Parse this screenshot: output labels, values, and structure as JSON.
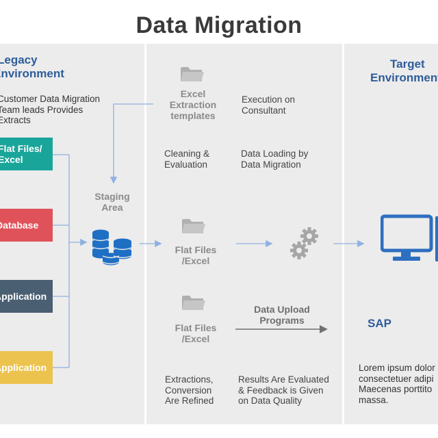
{
  "title": "Data Migration",
  "legacy": {
    "title_line1": "Legacy",
    "title_line2": "Environment",
    "description_lines": [
      "Customer Data Migration",
      "Team leads Provides",
      "Extracts"
    ],
    "sources": [
      {
        "line1": "Flat Files/",
        "line2": "Excel",
        "color": "#1aa59a"
      },
      {
        "line1": "Database",
        "line2": "",
        "color": "#e0525a"
      },
      {
        "line1": "Application",
        "line2": "",
        "color": "#4a5f72"
      },
      {
        "line1": "Application",
        "line2": "",
        "color": "#ecc34e"
      }
    ],
    "staging_line1": "Staging",
    "staging_line2": "Area"
  },
  "middle": {
    "excel_templates": [
      "Excel",
      "Extraction",
      "templates"
    ],
    "execution": [
      "Execution on",
      "Consultant"
    ],
    "cleaning": [
      "Cleaning &",
      "Evaluation"
    ],
    "loading": [
      "Data Loading by",
      "Data Migration"
    ],
    "flat_files_1": [
      "Flat Files",
      "/Excel"
    ],
    "flat_files_2": [
      "Flat Files",
      "/Excel"
    ],
    "upload_programs": [
      "Data Upload",
      "Programs"
    ],
    "extractions": [
      "Extractions,",
      "Conversion",
      "Are Refined"
    ],
    "results": [
      "Results Are Evaluated",
      "& Feedback is Given",
      "on Data Quality"
    ]
  },
  "target": {
    "title_line1": "Target",
    "title_line2": "Environment",
    "sap": "SAP",
    "lorem": [
      "Lorem ipsum dolor",
      "consectetuer adipi",
      "Maecenas porttito",
      "massa."
    ]
  },
  "colors": {
    "accent_blue": "#2e6fc0",
    "title_blue": "#2e5c9a",
    "arrow_blue": "#8fb0e0",
    "icon_gray": "#a6a6a6",
    "db_blue": "#1f6fc4"
  },
  "icons": [
    "folder-icon",
    "database-icon",
    "gears-icon",
    "computer-icon"
  ]
}
